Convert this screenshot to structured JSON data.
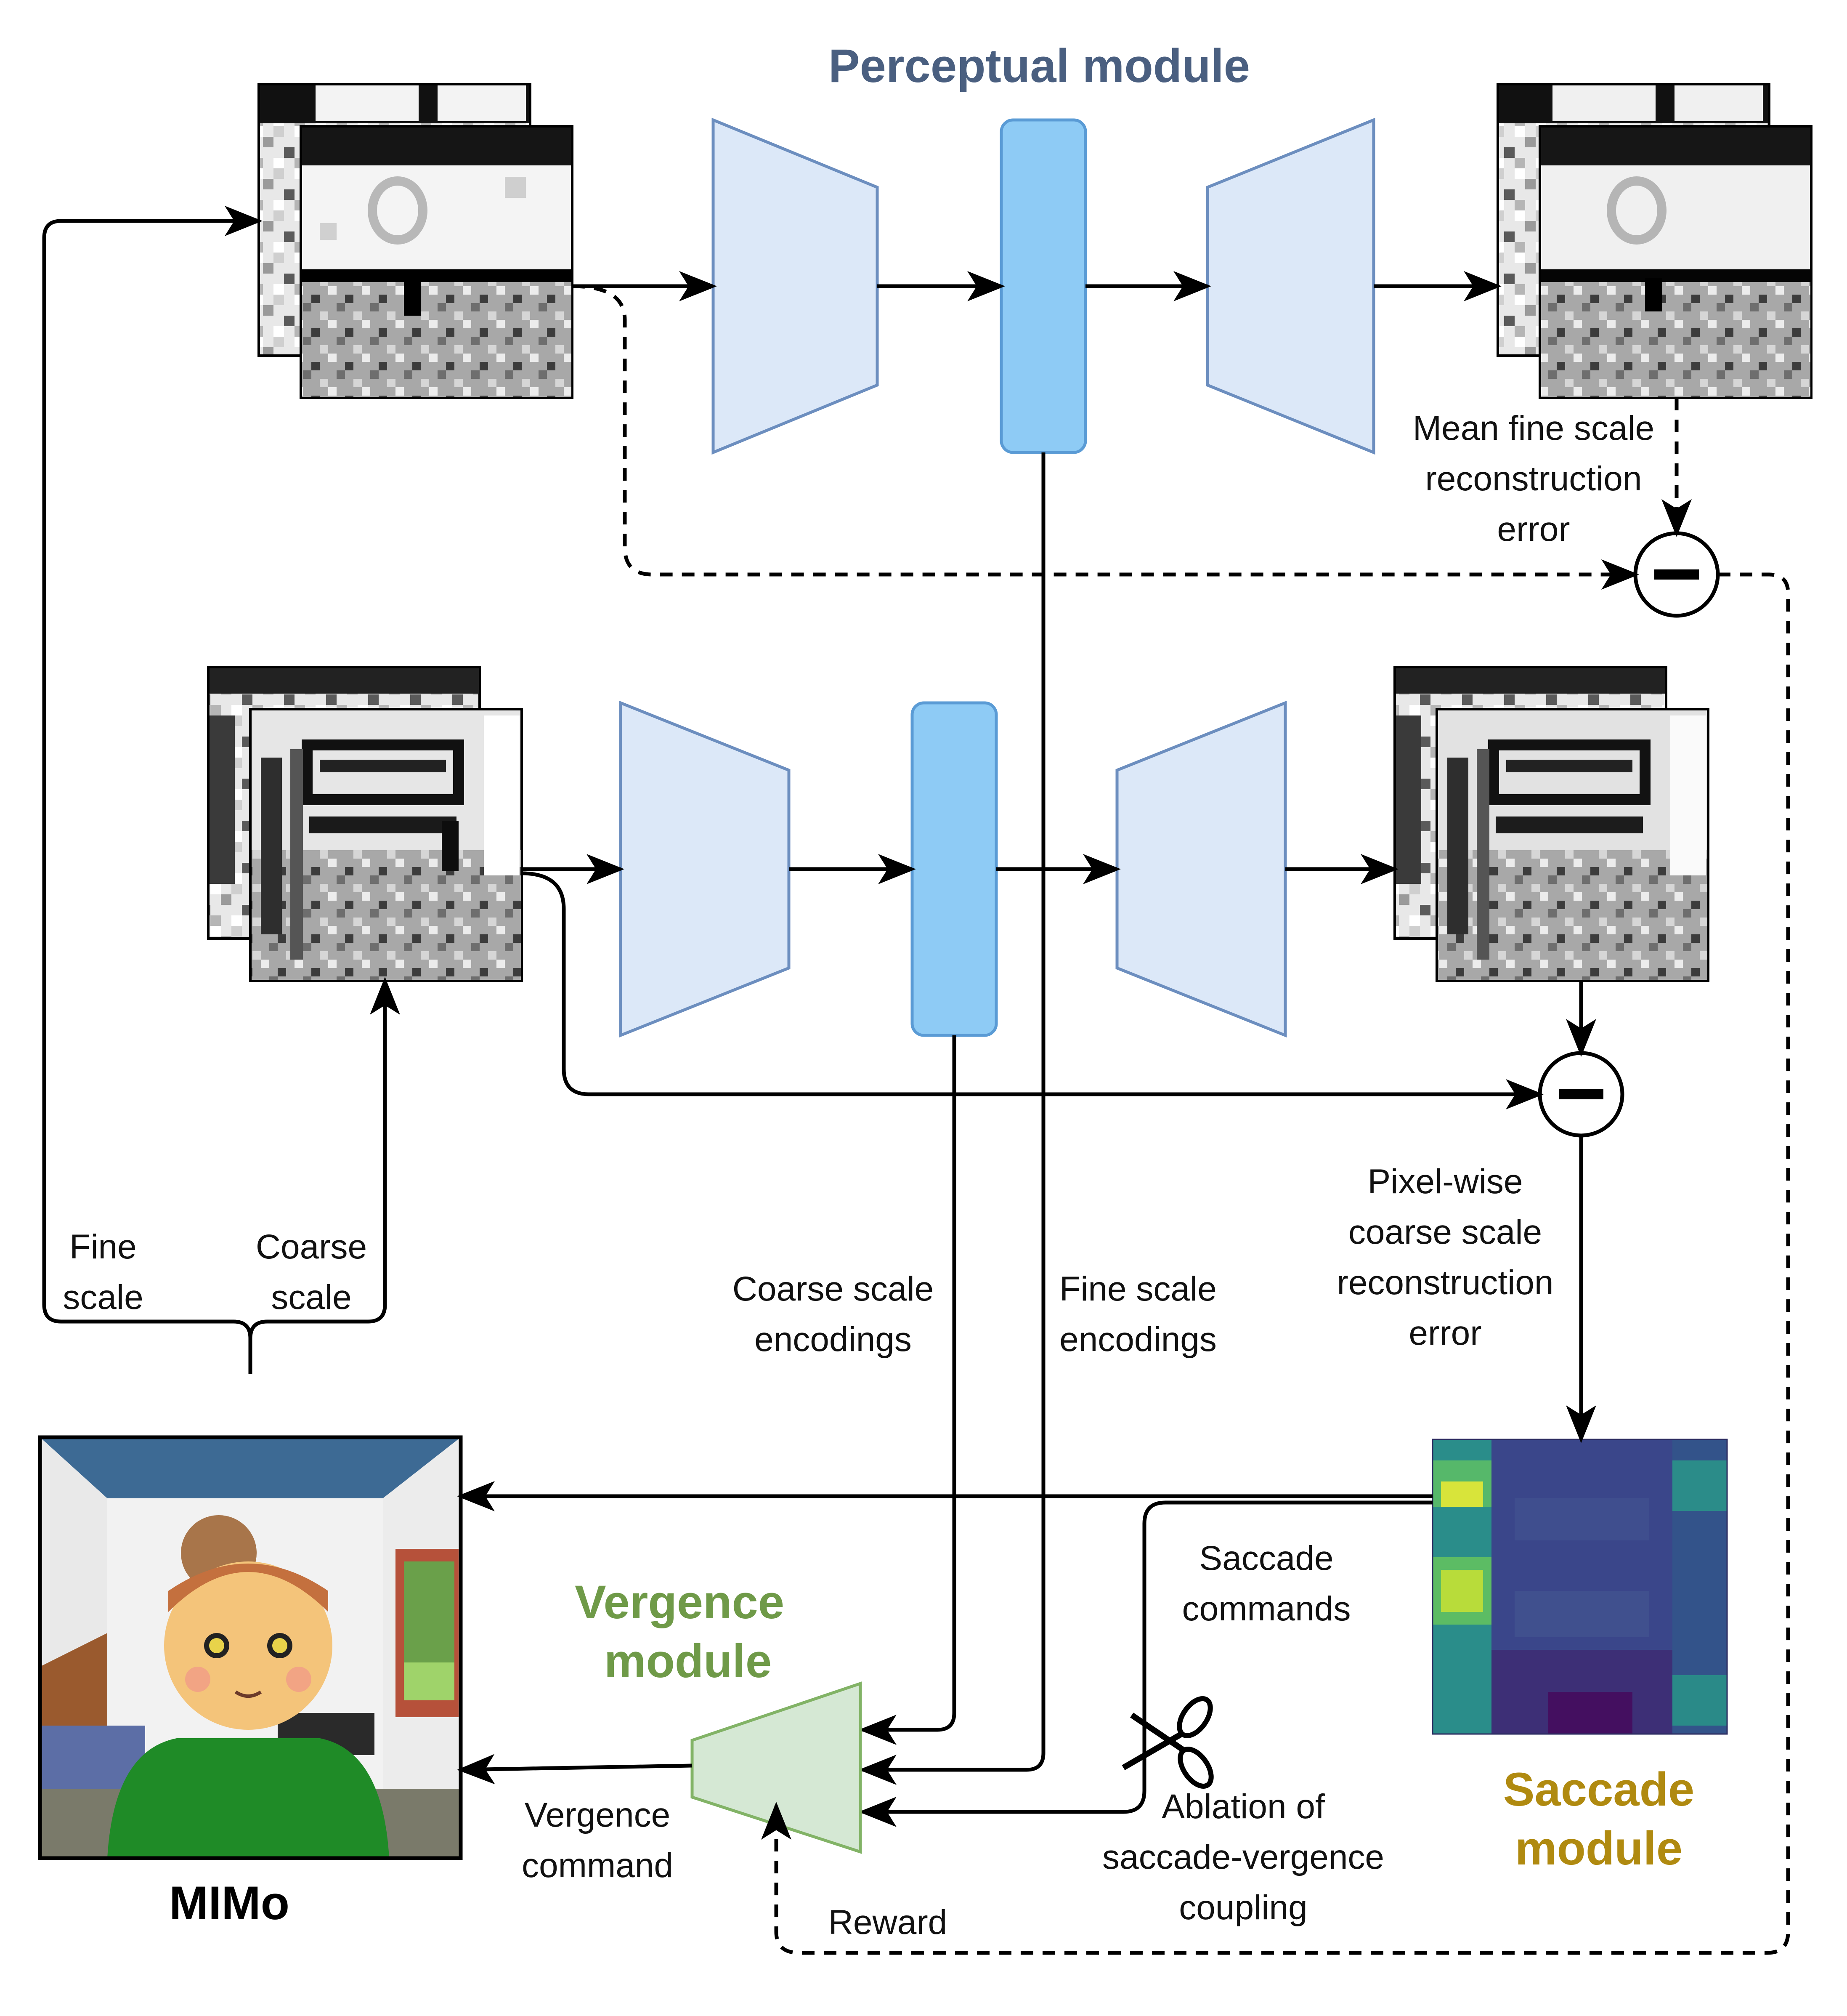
{
  "modules": {
    "perceptual": {
      "title": "Perceptual module",
      "color": "#4a5f80"
    },
    "vergence": {
      "title_line1": "Vergence",
      "title_line2": "module",
      "color": "#6f9a48"
    },
    "saccade": {
      "title_line1": "Saccade",
      "title_line2": "module",
      "color": "#b08a10"
    }
  },
  "agent": {
    "name": "MIMo"
  },
  "labels": {
    "fine_scale": [
      "Fine",
      "scale"
    ],
    "coarse_scale": [
      "Coarse",
      "scale"
    ],
    "coarse_encodings": [
      "Coarse scale",
      "encodings"
    ],
    "fine_encodings": [
      "Fine scale",
      "encodings"
    ],
    "mean_fine_error": [
      "Mean fine scale",
      "reconstruction",
      "error"
    ],
    "pixel_coarse_error": [
      "Pixel-wise",
      "coarse scale",
      "reconstruction",
      "error"
    ],
    "saccade_commands": [
      "Saccade",
      "commands"
    ],
    "vergence_command": [
      "Vergence",
      "command"
    ],
    "ablation": [
      "Ablation of",
      "saccade-vergence",
      "coupling"
    ],
    "reward": "Reward"
  },
  "operators": {
    "subtract_symbol": "−"
  }
}
